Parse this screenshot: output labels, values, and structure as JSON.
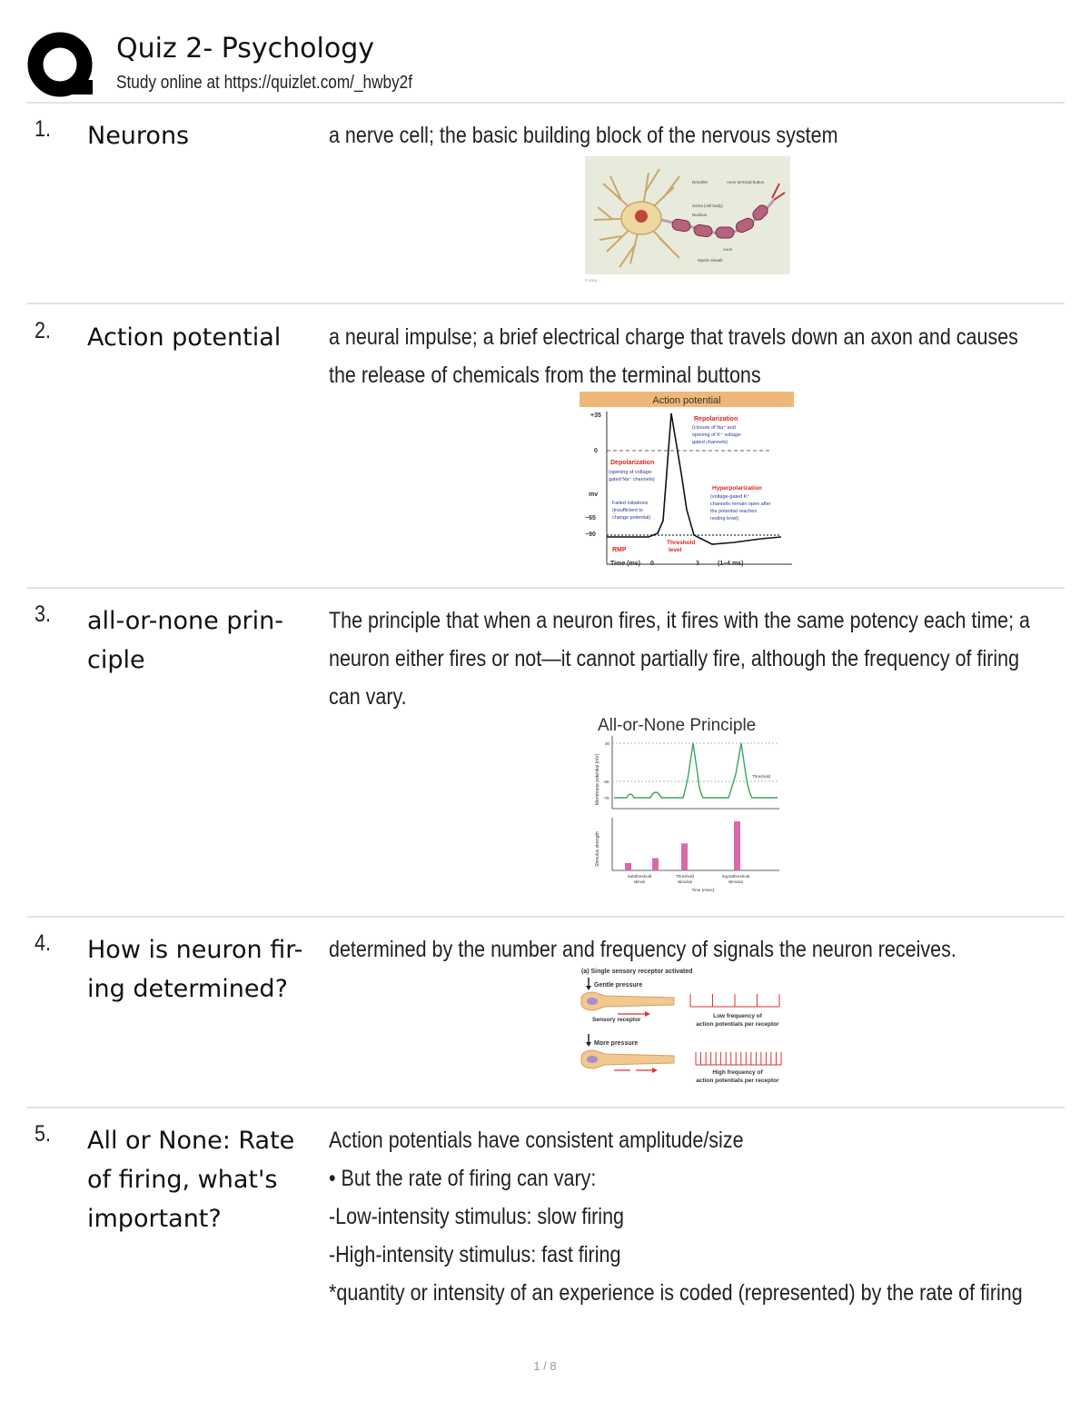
{
  "header": {
    "title": "Quiz 2- Psychology",
    "subtitle": "Study online at https://quizlet.com/_hwby2f"
  },
  "cards": [
    {
      "number": "1.",
      "term": [
        "Neurons"
      ],
      "definition": [
        "a nerve cell; the basic building block of the nervous system"
      ]
    },
    {
      "number": "2.",
      "term": [
        "Action potential"
      ],
      "definition": [
        "a neural impulse; a brief electrical charge that travels down an axon and causes",
        "the release of chemicals from the terminal buttons"
      ]
    },
    {
      "number": "3.",
      "term": [
        "all-or-none prin-",
        "ciple"
      ],
      "definition": [
        "The principle that when a neuron fires, it fires with the same potency each time; a",
        "neuron either fires or not—it cannot partially fire, although the frequency of firing",
        "can vary."
      ]
    },
    {
      "number": "4.",
      "term": [
        "How is neuron fir-",
        "ing determined?"
      ],
      "definition": [
        "determined by the number and frequency of signals the neuron receives."
      ]
    },
    {
      "number": "5.",
      "term": [
        "All or None: Rate",
        "of firing, what's",
        "important?"
      ],
      "definition": [
        "Action potentials have consistent amplitude/size",
        "• But the rate of firing can vary:",
        "-Low-intensity stimulus: slow firing",
        "-High-intensity stimulus: fast firing",
        "*quantity or intensity of an experience is coded (represented) by the rate of firing"
      ]
    }
  ],
  "figures": {
    "neuron": {
      "labels": [
        "Dendrite",
        "Axon terminal button",
        "Soma (cell body)",
        "Nucleus",
        "Axon",
        "Myelin sheath"
      ],
      "caption": "© 2004 ..."
    },
    "action_potential": {
      "title": "Action potential",
      "y_ticks": [
        "+35",
        "0",
        "mv",
        "−65",
        "−90"
      ],
      "x_label": "Time (ms)",
      "x_ticks": [
        "0",
        "3",
        "(1–4 ms)"
      ],
      "repolarization": "Repolarization",
      "repolarization_desc": [
        "(closure of Na⁺ and",
        "opening of K⁺ voltage-",
        "gated channels)"
      ],
      "depolarization": "Depolarization",
      "depolarization_desc": [
        "(opening of voltage-",
        "gated Na⁺ channels)"
      ],
      "hyperpolarization": "Hyperpolarization",
      "hyperpolarization_desc": [
        "(voltage-gated K⁺",
        "channels remain open after",
        "the potential reaches",
        "resting level)"
      ],
      "failed": [
        "Failed initiations",
        "(insufficient to",
        "change potential)"
      ],
      "rmp": "RMP",
      "threshold": [
        "Threshold",
        "level"
      ]
    },
    "all_or_none": {
      "title": "All-or-None Principle",
      "y_label_top": "Membrane potential (mV)",
      "y_label_bottom": "Stimulus strength",
      "y_ticks": [
        "30",
        "-55",
        "-70"
      ],
      "threshold_label": "Threshold",
      "x_groups": [
        [
          "Subthreshold",
          "stimuli"
        ],
        [
          "Threshold",
          "stimulus"
        ],
        [
          "Suprathreshold",
          "stimulus"
        ]
      ],
      "x_label": "Time (msec)",
      "bar_levels": [
        0.15,
        0.25,
        0.55,
        1.0
      ],
      "colors": {
        "trace": "#3aa560",
        "bars": "#d86aa8",
        "threshold": "#7ab0c0"
      }
    },
    "receptor": {
      "panel": "(a) Single sensory receptor activated",
      "gentle": "Gentle pressure",
      "more": "More pressure",
      "receptor_label": "Sensory receptor",
      "low": [
        "Low frequency of",
        "action potentials per receptor"
      ],
      "high": [
        "High frequency of",
        "action potentials per receptor"
      ]
    }
  },
  "footer": {
    "page": "1 / 8"
  }
}
